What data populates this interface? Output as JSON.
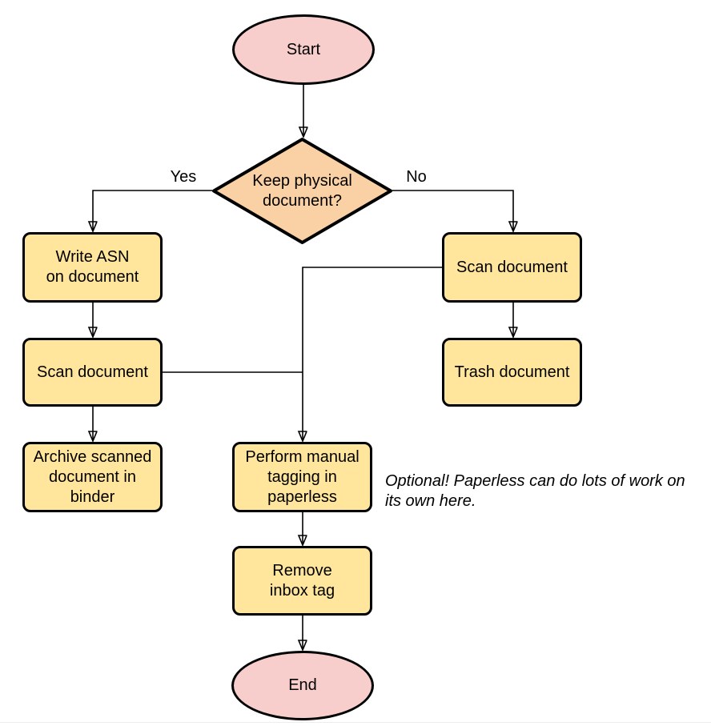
{
  "diagram": {
    "type": "flowchart",
    "nodes": {
      "start": {
        "label": "Start",
        "shape": "terminator"
      },
      "decision": {
        "label": "Keep physical\ndocument?",
        "shape": "decision"
      },
      "write_asn": {
        "label": "Write ASN\non document",
        "shape": "process"
      },
      "scan_left": {
        "label": "Scan document",
        "shape": "process"
      },
      "archive": {
        "label": "Archive scanned\ndocument in\nbinder",
        "shape": "process"
      },
      "scan_right": {
        "label": "Scan document",
        "shape": "process"
      },
      "trash": {
        "label": "Trash document",
        "shape": "process"
      },
      "tagging": {
        "label": "Perform manual\ntagging in\npaperless",
        "shape": "process"
      },
      "remove_inbox": {
        "label": "Remove\ninbox tag",
        "shape": "process"
      },
      "end": {
        "label": "End",
        "shape": "terminator"
      }
    },
    "edge_labels": {
      "yes": "Yes",
      "no": "No"
    },
    "annotation": {
      "line1": "Optional! Paperless can do lots of work on",
      "line2": "its own here."
    },
    "colors": {
      "terminator_fill": "#f8cecc",
      "decision_fill": "#fad1a5",
      "process_fill": "#ffe69c",
      "stroke": "#000000"
    }
  }
}
